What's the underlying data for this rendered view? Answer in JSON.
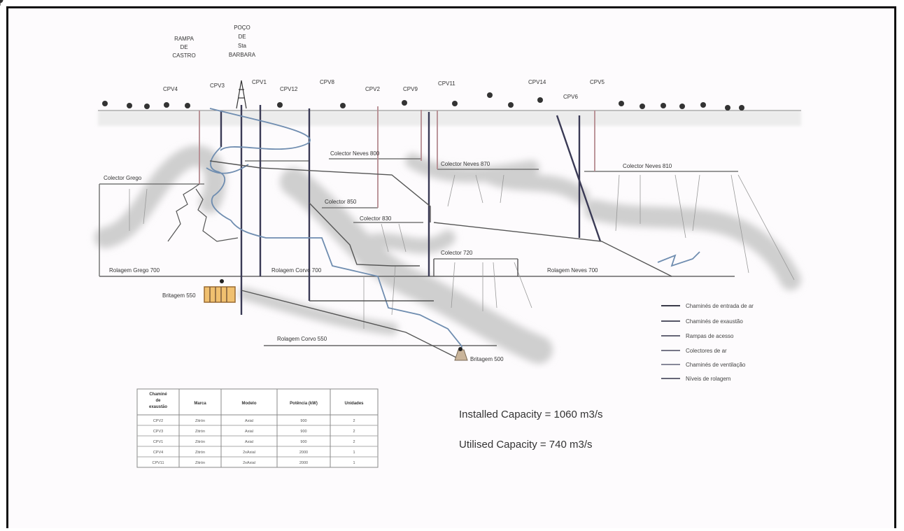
{
  "top_labels": {
    "rampa": [
      "RAMPA",
      "DE",
      "CASTRO"
    ],
    "poco": [
      "POÇO",
      "DE",
      "Sta",
      "BARBARA"
    ]
  },
  "shafts": [
    "CPV4",
    "CPV3",
    "CPV1",
    "CPV12",
    "CPV8",
    "CPV2",
    "CPV9",
    "CPV11",
    "CPV14",
    "CPV6",
    "CPV5"
  ],
  "collectors": {
    "grego": "Colector Grego",
    "neves800": "Colector Neves 800",
    "neves870": "Colector Neves 870",
    "neves810": "Colector Neves 810",
    "c850": "Colector 850",
    "c830": "Colector 830",
    "c720": "Colector 720"
  },
  "levels": {
    "grego700": "Rolagem Grego 700",
    "corvo700": "Rolagem Corvo 700",
    "neves700": "Rolagem Neves 700",
    "corvo550": "Rolagem Corvo 550",
    "britagem550": "Britagem 550",
    "britagem500": "Britagem 500"
  },
  "legend": [
    {
      "label": "Chaminés de entrada de ar",
      "color": "#3a3a4a"
    },
    {
      "label": "Chaminés de exaustão",
      "color": "#555566"
    },
    {
      "label": "Rampas de acesso",
      "color": "#666677"
    },
    {
      "label": "Colectores de ar",
      "color": "#777788"
    },
    {
      "label": "Chaminés de ventilação",
      "color": "#888899"
    },
    {
      "label": "Níveis de rolagem",
      "color": "#666677"
    }
  ],
  "capacity": {
    "installed": "Installed Capacity = 1060 m3/s",
    "utilised": "Utilised Capacity = 740 m3/s"
  },
  "table": {
    "headers": [
      [
        "Chaminé",
        "de",
        "exaustão"
      ],
      [
        "Marca"
      ],
      [
        "Modelo"
      ],
      [
        "Potência (kW)"
      ],
      [
        "Unidades"
      ]
    ],
    "rows": [
      [
        "CPV2",
        "Zitrón",
        "Axial",
        "900",
        "2"
      ],
      [
        "CPV3",
        "Zitrón",
        "Axial",
        "900",
        "2"
      ],
      [
        "CPV1",
        "Zitrón",
        "Axial",
        "900",
        "2"
      ],
      [
        "CPV4",
        "Zitrón",
        "2xAxial",
        "2000",
        "1"
      ],
      [
        "CPV11",
        "Zitrón",
        "2xAxial",
        "2000",
        "1"
      ]
    ]
  }
}
